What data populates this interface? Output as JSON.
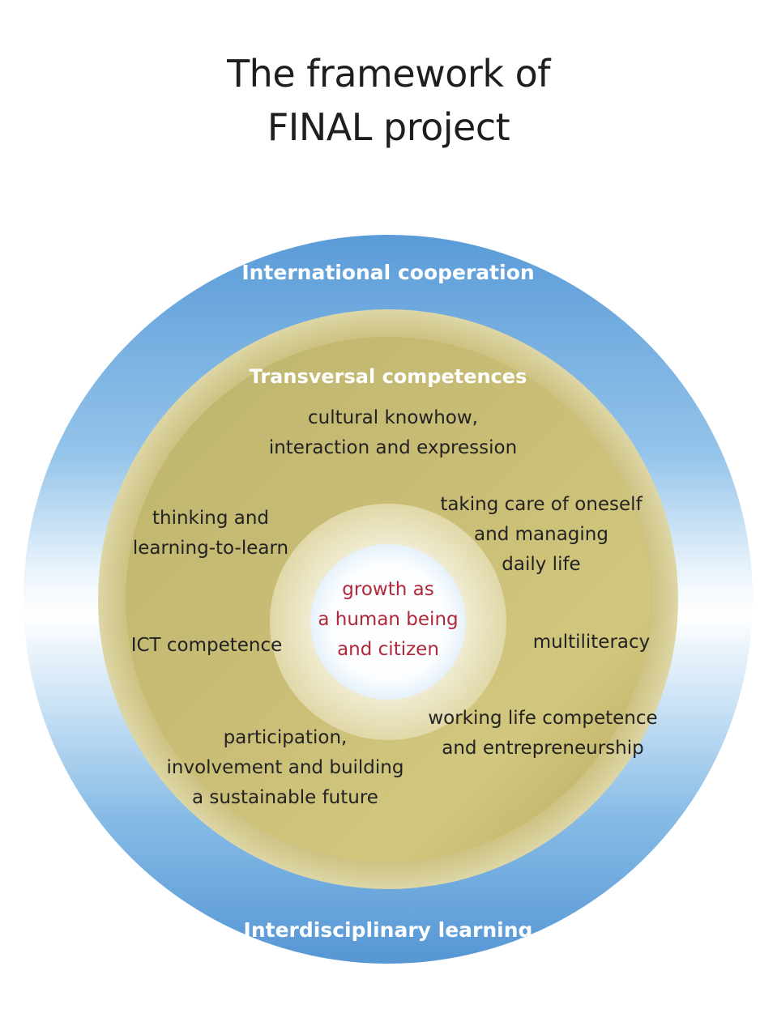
{
  "title": {
    "line1": "The framework of",
    "line2": "FINAL project"
  },
  "outer_ring": {
    "top_label": "International cooperation",
    "bottom_label": "Interdisciplinary learning"
  },
  "middle_ring": {
    "title": "Transversal competences",
    "competences": [
      {
        "lines": [
          "cultural knowhow,",
          "interaction and expression"
        ]
      },
      {
        "lines": [
          "taking care of oneself",
          "and managing",
          "daily life"
        ]
      },
      {
        "lines": [
          "thinking and",
          "learning-to-learn"
        ]
      },
      {
        "lines": [
          "ICT competence"
        ]
      },
      {
        "lines": [
          "multiliteracy"
        ]
      },
      {
        "lines": [
          "working life competence",
          "and entrepreneurship"
        ]
      },
      {
        "lines": [
          "participation,",
          "involvement and building",
          "a sustainable future"
        ]
      }
    ]
  },
  "core": {
    "lines": [
      "growth as",
      "a human being",
      "and citizen"
    ]
  },
  "colors": {
    "outer_blue": "#5ea0da",
    "outer_light": "#eef5fb",
    "olive": "#bdb166",
    "olive_light": "#e6dfb4",
    "core_text": "#b0283a",
    "text": "#222222"
  }
}
